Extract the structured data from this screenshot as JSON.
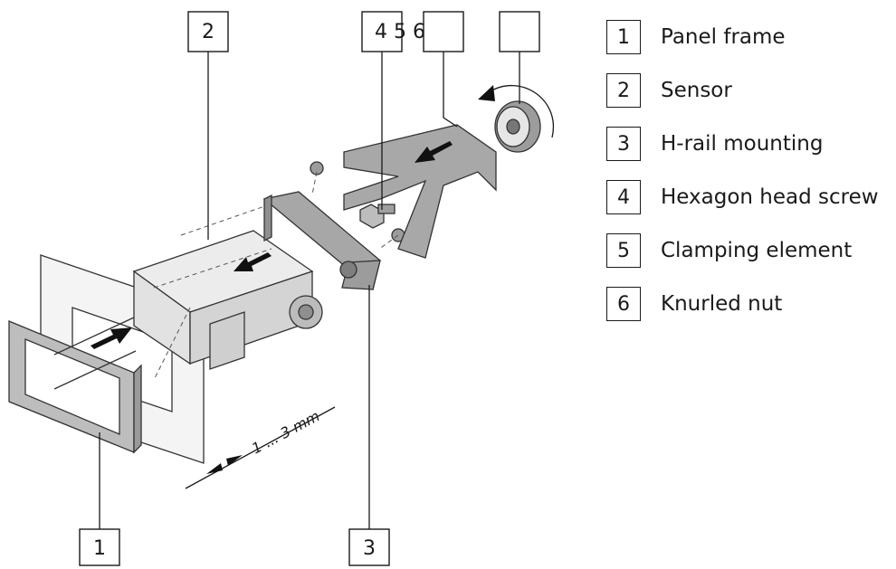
{
  "callouts": {
    "top_box_2": "2",
    "top_box_456": "4 5 6",
    "top_box_blank_a": "",
    "top_box_blank_b": "",
    "bottom_box_1": "1",
    "bottom_box_3": "3"
  },
  "dimension_label": "1 ... 3 mm",
  "legend": [
    {
      "number": "1",
      "label": "Panel frame"
    },
    {
      "number": "2",
      "label": "Sensor"
    },
    {
      "number": "3",
      "label": "H-rail mounting"
    },
    {
      "number": "4",
      "label": "Hexagon head screw"
    },
    {
      "number": "5",
      "label": "Clamping element"
    },
    {
      "number": "6",
      "label": "Knurled nut"
    }
  ],
  "colors": {
    "line": "#1a1a1a",
    "part_fill": "#d9d9d9",
    "part_dark": "#8f8f8f"
  }
}
